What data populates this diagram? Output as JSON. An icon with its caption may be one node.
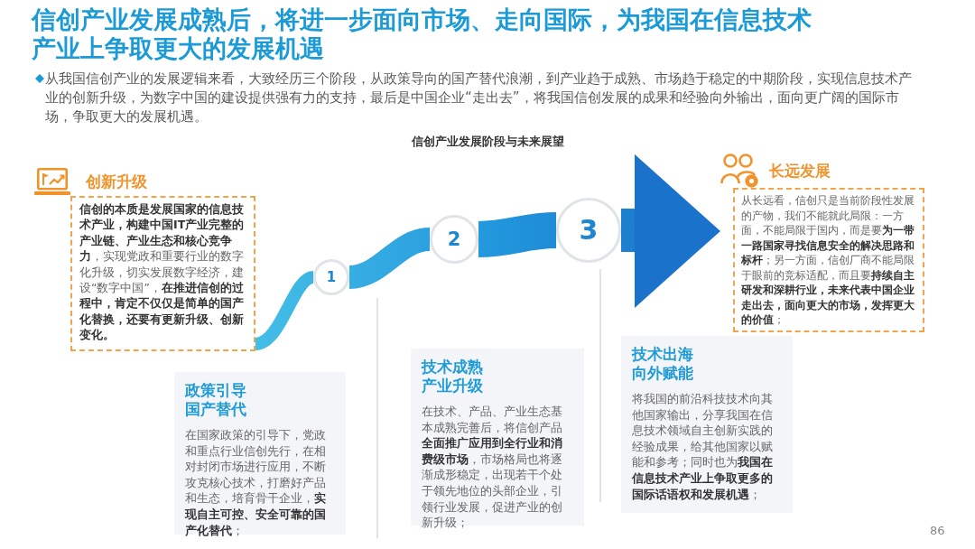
{
  "diagram": {
    "title": "信创产业发展成熟后，将进一步面向市场、走向国际，为我国在信息技术产业上争取更大的发展机遇",
    "nodes": [
      {
        "text": [
          "创新升级",
          "**信创的本质是发展国家的信息技术产业，构建中国IT产业完整的产业链、产业生态和核心竞争力**，实现党政和重要行业的数字化升级，切实发展数字经济，建设“数字中国”，**在推进信创的过程中，肯定不仅仅是简单的国产化替换，还要有更新升级、创新变化。**"
        ]
      },
      {
        "text": [
          "长远发展",
          "从长远看，信创只是当前阶段性发展的产物，我们不能就此局限：一方面，不能局限于国内，而是要**为一带一路国家寻找信息安全的解决思路和标杆**；另一方面，信创厂商不能局限于眼前的竞标适配，而且要**持续自主研发和深耕行业，未来代表中国企业走出去，面向更大的市场，发挥更大的价值**；"
        ]
      },
      {
        "text": [
          "1"
        ]
      },
      {
        "text": [
          "2"
        ]
      },
      {
        "text": [
          "3"
        ]
      },
      {
        "text": [
          "政策引导",
          "国产替代",
          "在国家政策的引导下，党政和重点行业信创先行，在相对封闭市场进行应用，不断攻克核心技术，打磨好产品和生态，培育骨干企业，**实现自主可控、安全可靠的国产化替代**；"
        ]
      },
      {
        "text": [
          "技术成熟",
          "产业升级",
          "在技术、产品、产业生态基本成熟完善后，将信创产品**全面推广应用到全行业和消费级市场**，市场格局也将逐渐成形稳定，出现若干个处于领先地位的头部企业，引领行业发展，促进产业的创新升级；"
        ]
      },
      {
        "text": [
          "技术出海",
          "向外赋能",
          "将我国的前沿科技技术向其他国家输出，分享我国在信息技术领域自主创新实践的经验成果，给其他国家以赋能和参考；同时也为**我国在信息技术产业上争取更多的国际话语权和发展机遇**；"
        ]
      }
    ],
    "edges": [
      {
        "from": 0,
        "to": 2,
        "arrow": "none",
        "style": "thick"
      },
      {
        "from": 2,
        "to": 3,
        "arrow": "none",
        "style": "thick"
      },
      {
        "from": 3,
        "to": 4,
        "arrow": "none",
        "style": "thick"
      },
      {
        "from": 4,
        "to": 1,
        "arrow": "to",
        "style": "thick"
      }
    ],
    "labels": [
      "从我国信创产业的发展逻辑来看，大致经历三个阶段，从政策导向的国产替代浪潮，到产业趋于成熟、市场趋于稳定的中期阶段，实现信息技术产业的创新升级，为数字中国的建设提供强有力的支持，最后是中国企业“走出去”，将我国信创发展的成果和经验向外输出，面向更广阔的国际市场，争取更大的发展机遇。",
      "信创产业发展阶段与未来展望",
      "86"
    ]
  }
}
